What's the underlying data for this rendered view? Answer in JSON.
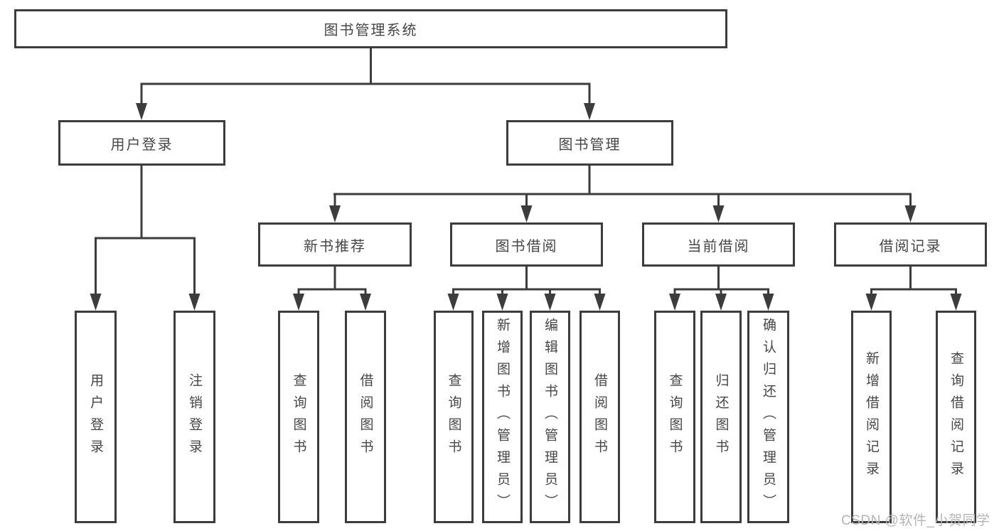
{
  "tree": {
    "root": "图书管理系统",
    "user_login": {
      "label": "用户登录",
      "children": [
        "用户登录",
        "注销登录"
      ]
    },
    "book_mgmt": {
      "label": "图书管理",
      "sections": [
        {
          "label": "新书推荐",
          "children": [
            "查询图书",
            "借阅图书"
          ]
        },
        {
          "label": "图书借阅",
          "children": [
            "查询图书",
            "新增图书（管理员）",
            "编辑图书（管理员）",
            "借阅图书"
          ]
        },
        {
          "label": "当前借阅",
          "children": [
            "查询图书",
            "归还图书",
            "确认归还（管理员）"
          ]
        },
        {
          "label": "借阅记录",
          "children": [
            "新增借阅记录",
            "查询借阅记录"
          ]
        }
      ]
    }
  },
  "watermark": {
    "label": "CSDN @软件_小贺同学"
  },
  "colors": {
    "line": "#3c3c3c",
    "text": "#464646",
    "background": "#ffffff",
    "watermark": "#b5b5b5"
  }
}
